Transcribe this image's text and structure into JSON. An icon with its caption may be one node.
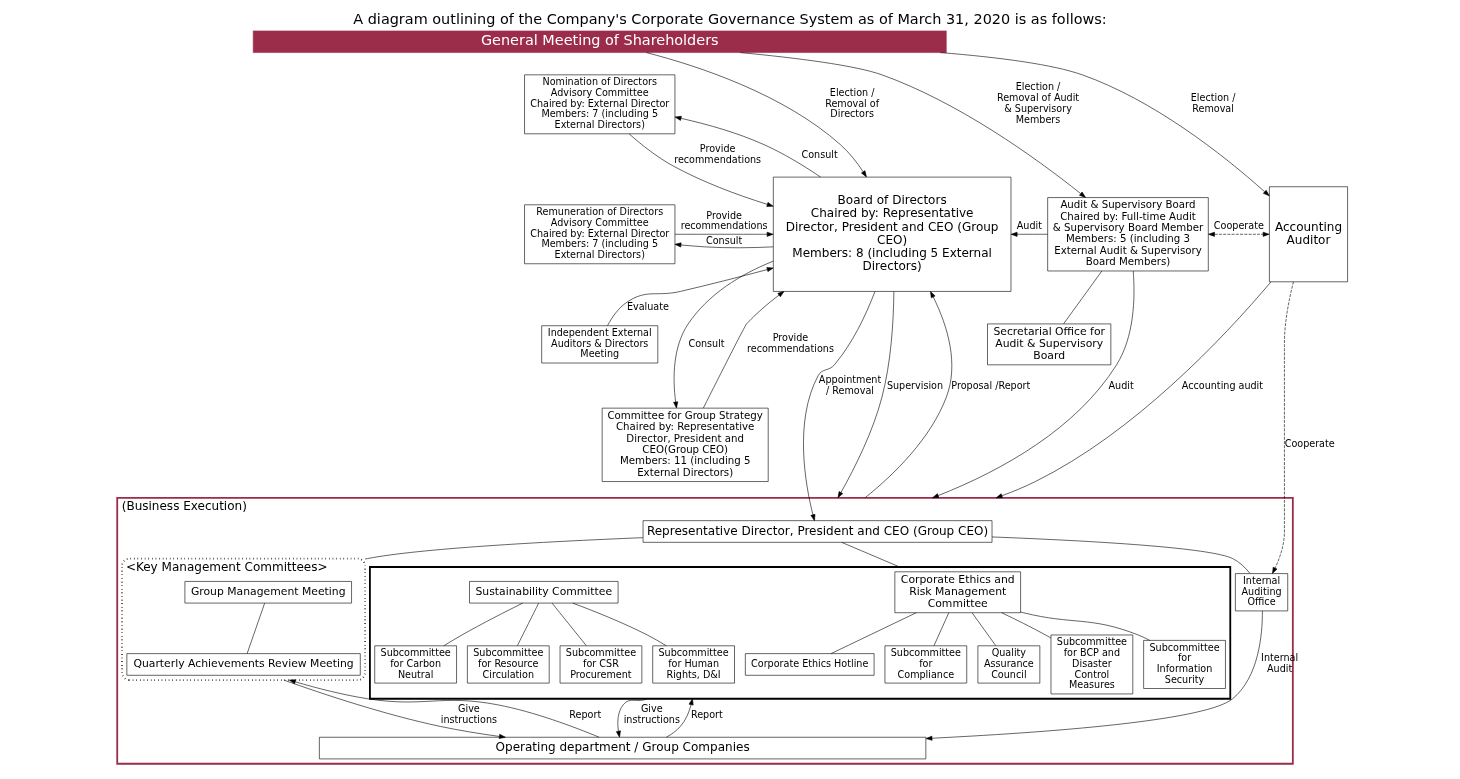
{
  "diagram": {
    "title": "A diagram outlining of the Company's Corporate Governance System as of March 31, 2020 is as follows:",
    "nodes": [
      {
        "text": [
          "General Meeting of Shareholders"
        ]
      },
      {
        "text": [
          "Nomination of Directors Advisory Committee",
          "Chaired by: External Director",
          "Members: 7 (including 5 External Directors)"
        ]
      },
      {
        "text": [
          "Remuneration of Directors Advisory Committee",
          "Chaired by: External Director",
          "Members: 7 (including 5 External Directors)"
        ]
      },
      {
        "text": [
          "Independent External Auditors & Directors Meeting"
        ]
      },
      {
        "text": [
          "Committee for Group Strategy",
          "Chaired by: Representative Director, President and CEO(Group CEO)",
          "Members: 11 (including 5 External Directors)"
        ]
      },
      {
        "text": [
          "Board of Directors",
          "Chaired by: Representative Director, President and CEO (Group CEO)",
          "Members: 8 (including 5 External Directors)"
        ]
      },
      {
        "text": [
          "Audit & Supervisory Board",
          "Chaired by: Full-time Audit & Supervisory Board Member",
          "Members: 5 (including 3 External Audit & Supervisory Board Members)"
        ]
      },
      {
        "text": [
          "Secretarial Office for Audit & Supervisory Board"
        ]
      },
      {
        "text": [
          "Accounting Auditor"
        ]
      },
      {
        "text": [
          "(Business Execution)"
        ]
      },
      {
        "text": [
          "Representative Director, President and CEO (Group CEO)"
        ],
        "in": 9
      },
      {
        "text": [
          "<Key Management Committees>"
        ],
        "in": 9
      },
      {
        "text": [
          "Group Management Meeting"
        ],
        "in": 11
      },
      {
        "text": [
          "Quarterly Achievements Review Meeting"
        ],
        "in": 11
      },
      {
        "text": [],
        "shape": "box",
        "in": 9
      },
      {
        "text": [
          "Corporate Ethics and Risk Management Committee"
        ],
        "in": 14
      },
      {
        "text": [
          "Sustainability Committee"
        ],
        "in": 14
      },
      {
        "text": [
          "Corporate Ethics Hotline"
        ],
        "in": 14
      },
      {
        "text": [
          "Subcommittee for Compliance"
        ],
        "in": 14
      },
      {
        "text": [
          "Quality Assurance Council"
        ],
        "in": 14
      },
      {
        "text": [
          "Subcommittee for BCP and Disaster Control Measures"
        ],
        "in": 14
      },
      {
        "text": [
          "Subcommittee for Information Security"
        ],
        "in": 14
      },
      {
        "text": [
          "Subcommittee for Carbon Neutral"
        ],
        "in": 14
      },
      {
        "text": [
          "Subcommittee for Resource Circulation"
        ],
        "in": 14
      },
      {
        "text": [
          "Subcommittee for CSR Procurement"
        ],
        "in": 14
      },
      {
        "text": [
          "Subcommittee for Human Rights, D&I"
        ],
        "in": 14
      },
      {
        "text": [
          "Internal Auditing Office"
        ],
        "in": 9
      },
      {
        "text": [
          "Operating department / Group Companies"
        ],
        "in": 9
      }
    ],
    "edges": [
      {
        "from": 0,
        "to": 5,
        "arrow": "to",
        "label": "Election / Removal of Directors"
      },
      {
        "from": 0,
        "to": 6,
        "arrow": "to",
        "label": "Election / Removal of Audit & Supervisory Members"
      },
      {
        "from": 0,
        "to": 8,
        "arrow": "to",
        "label": "Election / Removal"
      },
      {
        "from": 5,
        "to": 1,
        "arrow": "to",
        "label": "Consult"
      },
      {
        "from": 1,
        "to": 5,
        "arrow": "to",
        "label": "Provide recommendations"
      },
      {
        "from": 5,
        "to": 2,
        "arrow": "to",
        "label": "Consult"
      },
      {
        "from": 2,
        "to": 5,
        "arrow": "to",
        "label": "Provide recommendations"
      },
      {
        "from": 3,
        "to": 5,
        "arrow": "to",
        "label": "Evaluate"
      },
      {
        "from": 5,
        "to": 4,
        "arrow": "to",
        "label": "Consult"
      },
      {
        "from": 4,
        "to": 5,
        "arrow": "to",
        "label": "Provide recommendations"
      },
      {
        "from": 6,
        "to": 5,
        "arrow": "to",
        "label": "Audit"
      },
      {
        "from": 6,
        "to": 9,
        "arrow": "to",
        "label": "Audit"
      },
      {
        "from": 6,
        "to": 7,
        "arrow": "none"
      },
      {
        "from": 6,
        "to": 8,
        "arrow": "both",
        "label": "Cooperate",
        "style": "dashed"
      },
      {
        "from": 8,
        "to": 26,
        "arrow": "to",
        "label": "Cooperate",
        "style": "dashed"
      },
      {
        "from": 5,
        "to": 10,
        "arrow": "to",
        "label": "Appointment / Removal"
      },
      {
        "from": 5,
        "to": 9,
        "arrow": "to",
        "label": "Supervision"
      },
      {
        "from": 9,
        "to": 5,
        "arrow": "to",
        "label": "Proposal /Report"
      },
      {
        "from": 8,
        "to": 9,
        "arrow": "to",
        "label": "Accounting audit"
      },
      {
        "from": 10,
        "to": 11,
        "arrow": "none"
      },
      {
        "from": 10,
        "to": 14,
        "arrow": "none"
      },
      {
        "from": 10,
        "to": 26,
        "arrow": "none"
      },
      {
        "from": 12,
        "to": 13,
        "arrow": "none"
      },
      {
        "from": 15,
        "to": 17,
        "arrow": "none"
      },
      {
        "from": 15,
        "to": 18,
        "arrow": "none"
      },
      {
        "from": 15,
        "to": 19,
        "arrow": "none"
      },
      {
        "from": 15,
        "to": 20,
        "arrow": "none"
      },
      {
        "from": 15,
        "to": 21,
        "arrow": "none"
      },
      {
        "from": 16,
        "to": 22,
        "arrow": "none"
      },
      {
        "from": 16,
        "to": 23,
        "arrow": "none"
      },
      {
        "from": 16,
        "to": 24,
        "arrow": "none"
      },
      {
        "from": 16,
        "to": 25,
        "arrow": "none"
      },
      {
        "from": 11,
        "to": 27,
        "arrow": "to",
        "label": "Give instructions"
      },
      {
        "from": 27,
        "to": 11,
        "arrow": "to",
        "label": "Report"
      },
      {
        "from": 14,
        "to": 27,
        "arrow": "to",
        "label": "Give instructions"
      },
      {
        "from": 27,
        "to": 14,
        "arrow": "to",
        "label": "Report"
      },
      {
        "from": 26,
        "to": 27,
        "arrow": "to",
        "label": "Internal Audit"
      }
    ]
  }
}
